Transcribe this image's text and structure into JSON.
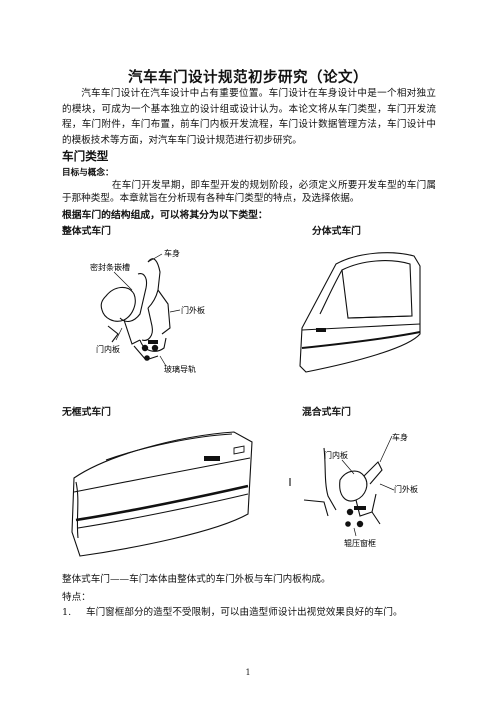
{
  "document": {
    "title": "汽车车门设计规范初步研究（论文）",
    "intro": "汽车车门设计在汽车设计中占有重要位置。车门设计在车身设计中是一个相对独立的模块，可成为一个基本独立的设计组或设计认为。本论文将从车门类型，车门开发流程，车门附件，车门布置，前车门内板开发流程，车门设计数据管理方法，车门设计中的模板技术等方面，对汽车车门设计规范进行初步研究。",
    "section_heading": "车门类型",
    "subsection_heading": "目标与概念：",
    "paragraph": "在车门开发早期，即车型开发的规划阶段，必须定义所要开发车型的车门属于那种类型。本章就旨在分析现有各种车门类型的特点，及选择依据。",
    "structure_line": "根据车门的结构组成，可以将其分为以下类型：",
    "figures": {
      "integral": {
        "label": "整体式车门",
        "callouts": [
          "车身",
          "密封条嵌槽",
          "门外板",
          "门内板",
          "玻璃导轨"
        ]
      },
      "split": {
        "label": "分体式车门"
      },
      "frameless": {
        "label": "无框式车门"
      },
      "hybrid": {
        "label": "混合式车门",
        "callouts": [
          "车身",
          "门内板",
          "门外板",
          "辊压窗框"
        ]
      }
    },
    "description": "整体式车门——车门本体由整体式的车门外板与车门内板构成。",
    "features_label": "特点：",
    "list_items": [
      {
        "num": "1.",
        "text": "车门窗框部分的造型不受限制，可以由造型师设计出视觉效果良好的车门。"
      }
    ],
    "page_number": "1"
  }
}
